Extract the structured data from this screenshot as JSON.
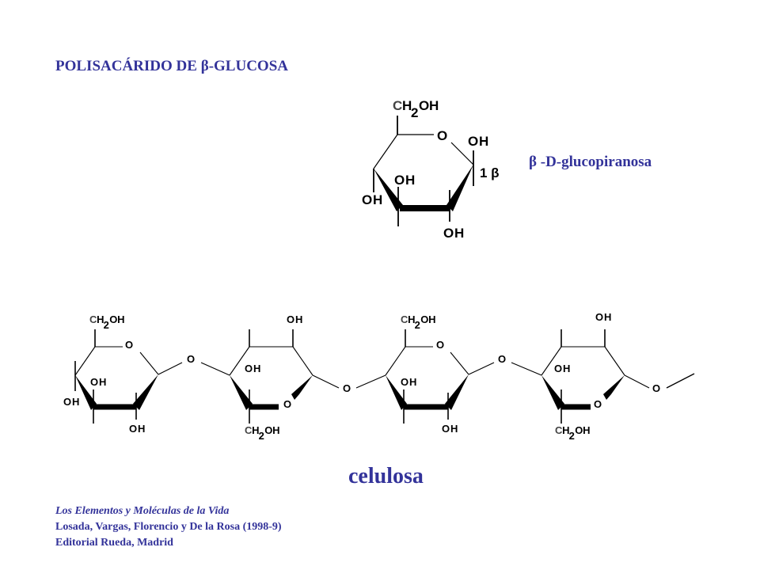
{
  "title": "POLISACÁRIDO DE β-GLUCOSA",
  "glucose_label": "β -D-glucopiranosa",
  "glucose_anomer": "1 β",
  "polymer_label": "celulosa",
  "reference": {
    "line1": "Los Elementos y Moléculas de la Vida",
    "line2": "Losada, Vargas, Florencio y De la Rosa (1998-9)",
    "line3": "Editorial Rueda, Madrid"
  },
  "atoms": {
    "carbon": "C",
    "hydrogen": "H",
    "oxygen": "O",
    "subscript_two": "2"
  }
}
